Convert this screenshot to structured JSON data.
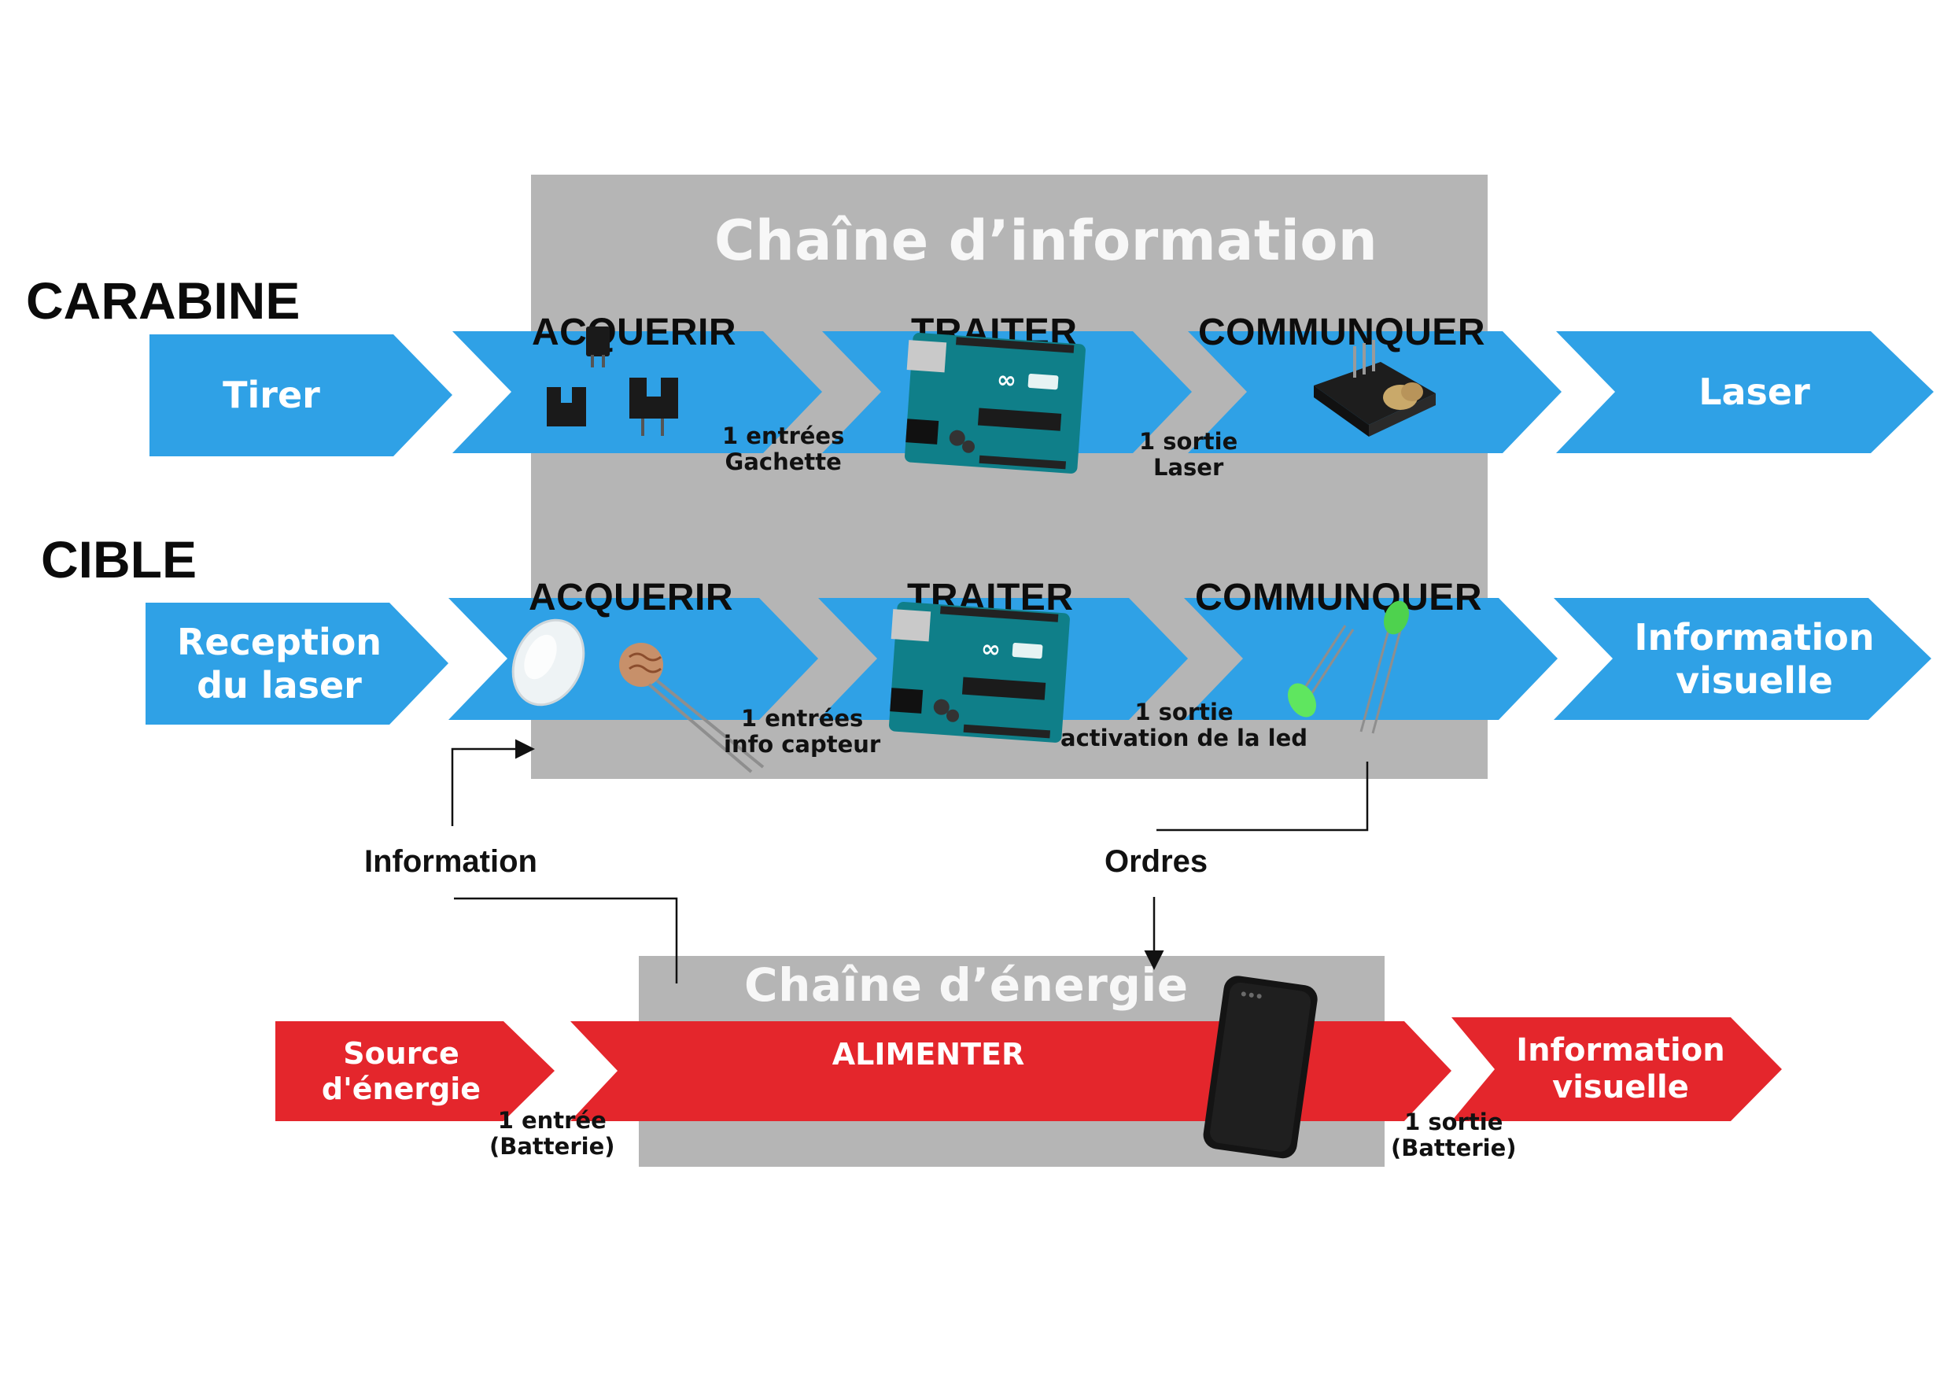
{
  "colors": {
    "info_arrow": "#2fa1e6",
    "energy_arrow": "#e4262c",
    "panel": "#b5b5b5"
  },
  "panels": {
    "information_title": "Chaîne d’information",
    "energy_title": "Chaîne d’énergie"
  },
  "rows": {
    "carabine_label": "CARABINE",
    "cible_label": "CIBLE"
  },
  "carabine": {
    "input": "Tirer",
    "output": "Laser",
    "stage_acquerir": "ACQUERIR",
    "stage_traiter": "TRAITER",
    "stage_communiquer": "COMMUNQUER",
    "note_input": "1 entrées\nGachette",
    "note_output": "1 sortie\nLaser",
    "icons": [
      "optical-fork-sensor-icon",
      "arduino-uno-board-icon",
      "laser-module-icon"
    ]
  },
  "cible": {
    "input": "Reception\ndu laser",
    "output": "Information\nvisuelle",
    "stage_acquerir": "ACQUERIR",
    "stage_traiter": "TRAITER",
    "stage_communiquer": "COMMUNQUER",
    "note_input": "1 entrées\ninfo capteur",
    "note_output": "1 sortie\nactivation de la led",
    "icons": [
      "lens-icon",
      "photoresistor-icon",
      "arduino-uno-board-icon",
      "green-led-icon"
    ]
  },
  "flows": {
    "information": "Information",
    "orders": "Ordres"
  },
  "energy": {
    "input": "Source\nd'énergie",
    "main": "ALIMENTER",
    "output": "Information\nvisuelle",
    "note_input": "1 entrée\n(Batterie)",
    "note_output": "1 sortie\n(Batterie)",
    "icons": [
      "power-bank-icon"
    ]
  }
}
